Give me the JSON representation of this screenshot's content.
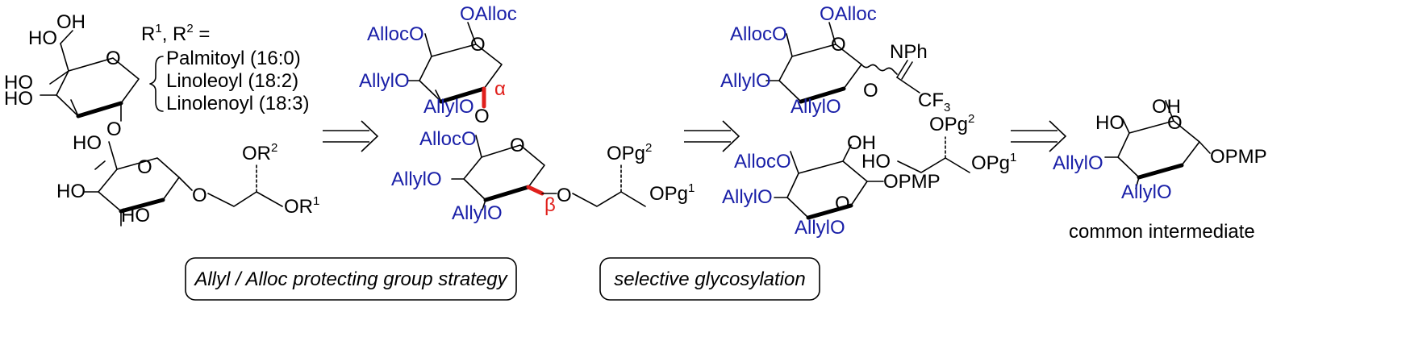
{
  "rgroup": {
    "header": "R1, R2 =",
    "options": [
      "Palmitoyl (16:0)",
      "Linoleoyl (18:2)",
      "Linolenoyl (18:3)"
    ]
  },
  "stereo": {
    "alpha": "α",
    "beta": "β"
  },
  "strategy_boxes": {
    "left": "Allyl / Alloc protecting group strategy",
    "right": "selective glycosylation"
  },
  "caption": "common intermediate",
  "colors": {
    "protecting_group": "#1a20a8",
    "new_bond": "#e0201c",
    "ink": "#000000"
  }
}
